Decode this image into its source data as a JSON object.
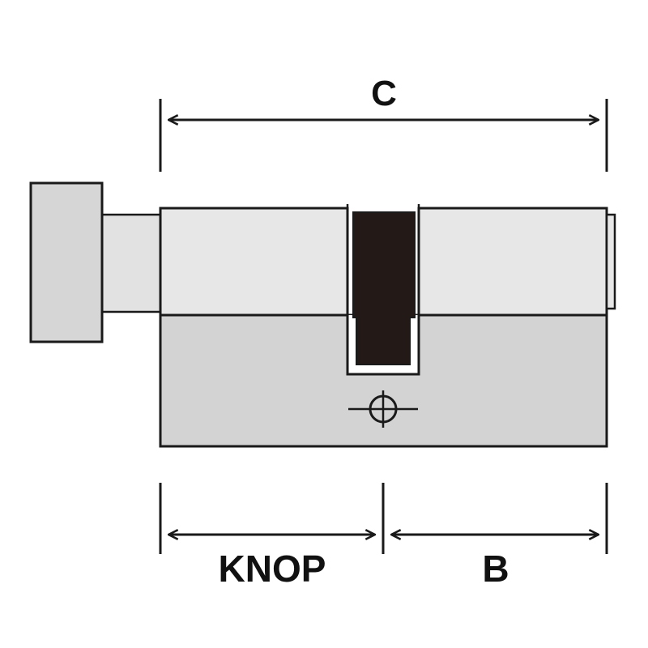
{
  "labels": {
    "total_length": "C",
    "knob_side": "KNOP",
    "key_side": "B"
  },
  "colors": {
    "outline": "#1a1a1a",
    "body_upper": "#e7e7e7",
    "body_lower": "#d3d3d3",
    "knob": "#d6d6d6",
    "shaft": "#e2e2e2",
    "cam": "#231a18",
    "background": "#ffffff"
  }
}
